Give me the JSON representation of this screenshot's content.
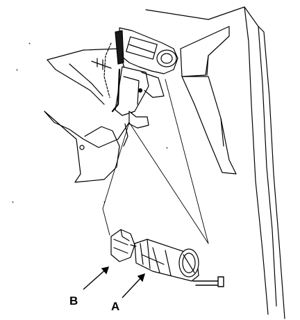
{
  "diagram": {
    "callouts": [
      {
        "id": "A",
        "text": "A"
      },
      {
        "id": "B",
        "text": "B"
      }
    ],
    "colors": {
      "ink": "#000000",
      "paper": "#ffffff",
      "shade": "#1a1a1a"
    }
  }
}
